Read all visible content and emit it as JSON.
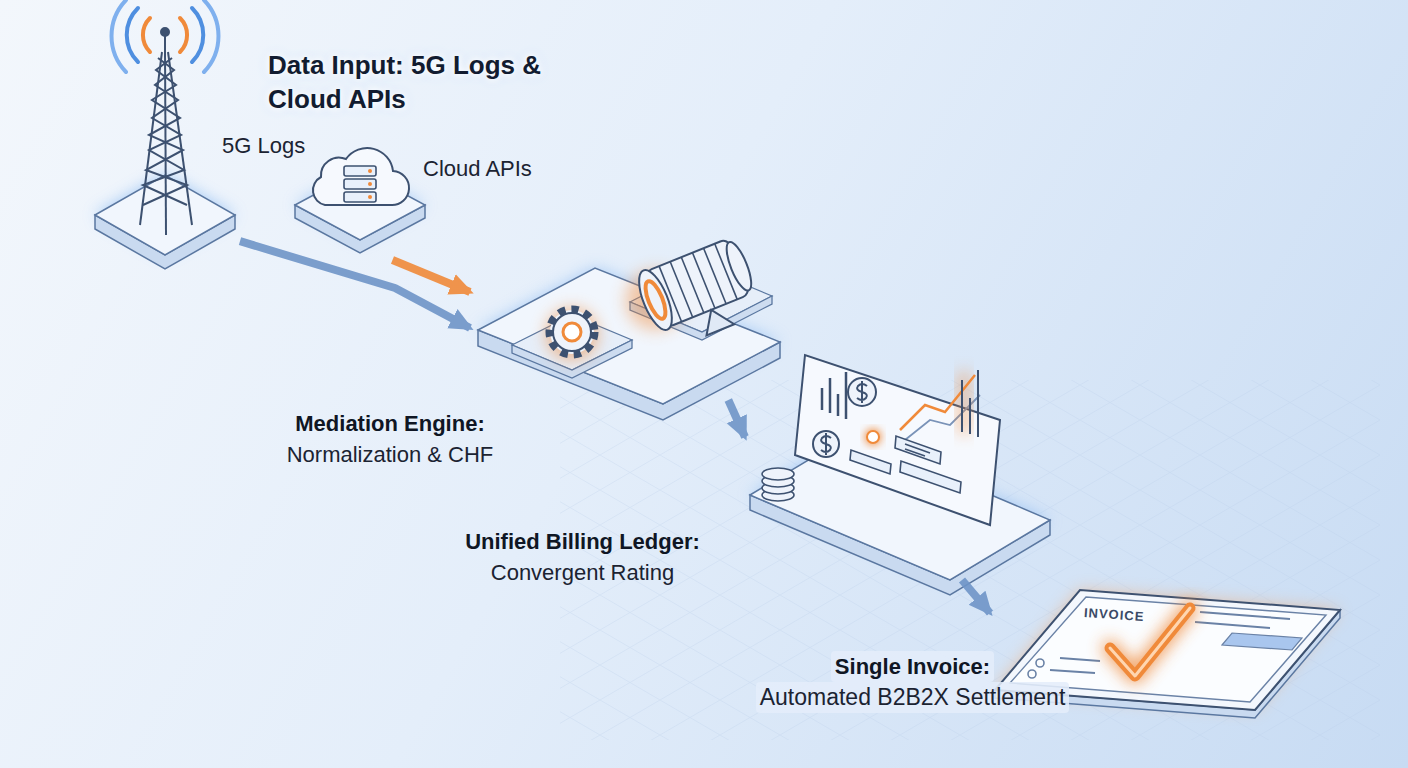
{
  "diagram": {
    "title": "Data Input: 5G Logs & Cloud APIs",
    "nodes": [
      {
        "text": [
          "5G Logs"
        ]
      },
      {
        "text": [
          "Cloud APIs"
        ]
      },
      {
        "text": [
          "Mediation Engine:",
          "Normalization & CHF"
        ]
      },
      {
        "text": [
          "Unified Billing Ledger:",
          "Convergent Rating"
        ]
      },
      {
        "text": [
          "Single Invoice:",
          "Automated B2B2X Settlement"
        ]
      }
    ],
    "edges": [
      {
        "from": 0,
        "to": 2,
        "arrow": "to"
      },
      {
        "from": 1,
        "to": 2,
        "arrow": "to"
      },
      {
        "from": 2,
        "to": 3,
        "arrow": "to"
      },
      {
        "from": 3,
        "to": 4,
        "arrow": "to"
      }
    ],
    "labels": [
      "INVOICE"
    ]
  }
}
